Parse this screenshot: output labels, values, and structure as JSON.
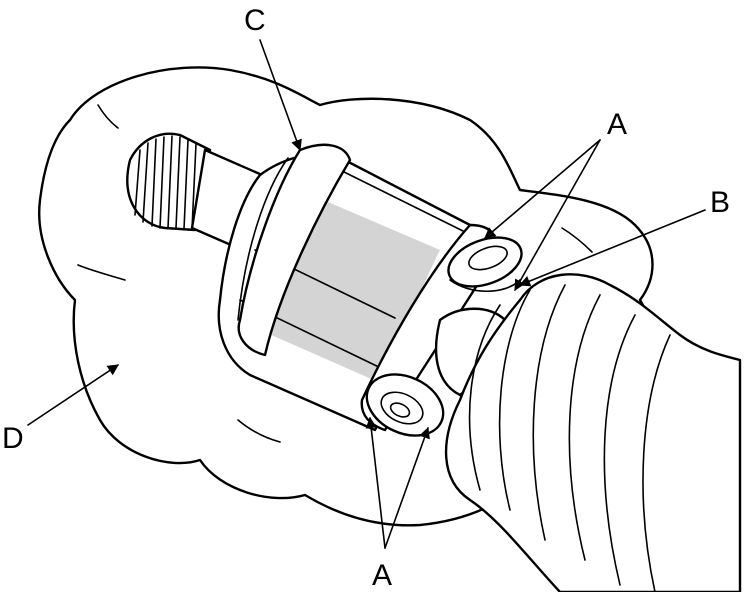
{
  "callouts": {
    "a_top": "A",
    "b": "B",
    "c": "C",
    "d": "D",
    "a_bottom": "A"
  }
}
